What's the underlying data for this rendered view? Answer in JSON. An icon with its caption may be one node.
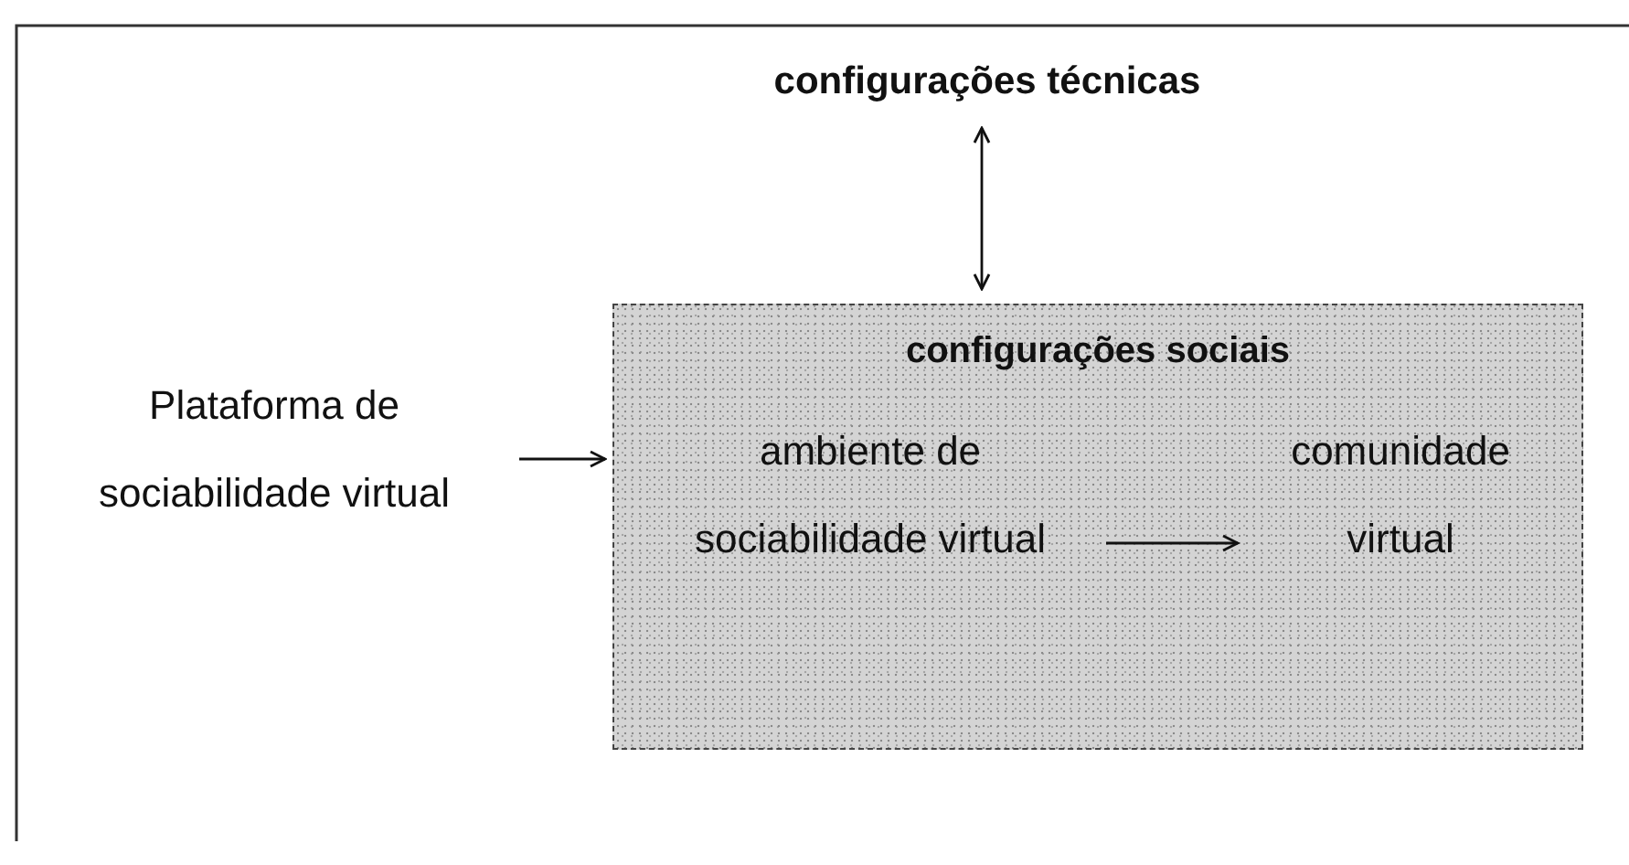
{
  "diagram": {
    "nodes": [
      {
        "text": [
          "configurações técnicas"
        ]
      },
      {
        "text": [
          "Plataforma de sociabilidade virtual"
        ]
      },
      {
        "text": [
          "configurações sociais"
        ]
      },
      {
        "text": [
          "ambiente de sociabilidade virtual"
        ],
        "in": 2
      },
      {
        "text": [
          "comunidade virtual"
        ],
        "in": 2
      }
    ],
    "edges": [
      {
        "from": 0,
        "to": 2,
        "arrow": "both"
      },
      {
        "from": 1,
        "to": 2,
        "arrow": "to"
      },
      {
        "from": 3,
        "to": 4,
        "arrow": "to"
      }
    ]
  }
}
